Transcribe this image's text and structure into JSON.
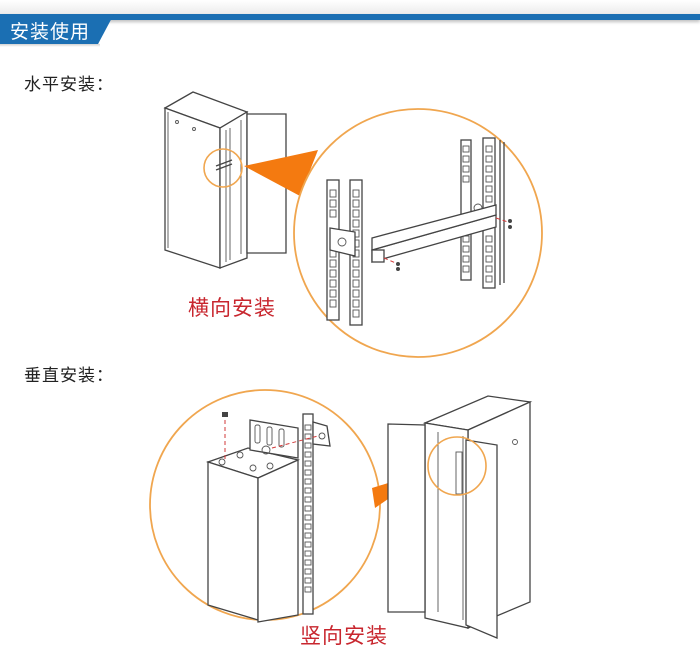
{
  "header": {
    "title": "安装使用",
    "accent_color": "#1b6fb3"
  },
  "sections": [
    {
      "label": "水平安装：",
      "caption": "横向安装",
      "illustration": "cabinet-with-horizontal-rail-mount-detail"
    },
    {
      "label": "垂直安装：",
      "caption": "竖向安装",
      "illustration": "cabinet-with-vertical-bracket-mount-detail"
    }
  ],
  "colors": {
    "caption": "#c8262e",
    "callout": "#f47a10",
    "ring": "#f0a64f"
  }
}
